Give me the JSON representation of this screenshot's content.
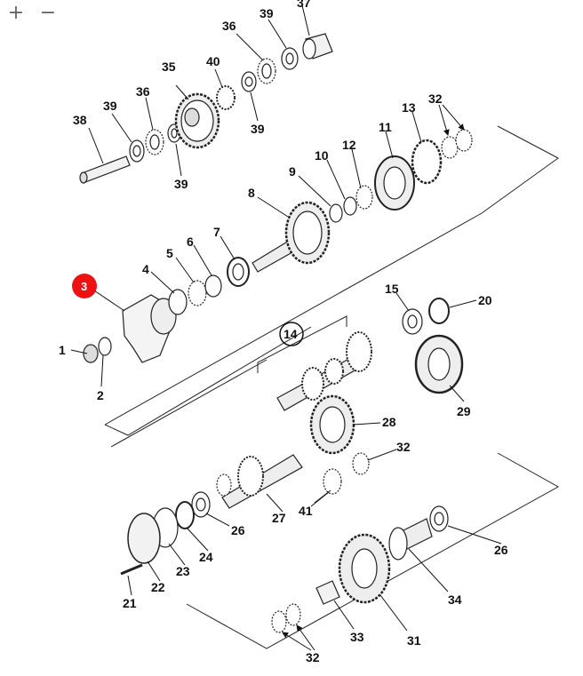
{
  "toolbar": {
    "zoom_in": "+",
    "zoom_out": "−"
  },
  "highlight_color": "#ee1111",
  "callouts": [
    {
      "id": "c1",
      "text": "1"
    },
    {
      "id": "c2",
      "text": "2"
    },
    {
      "id": "c3",
      "text": "3",
      "highlighted": true
    },
    {
      "id": "c4",
      "text": "4"
    },
    {
      "id": "c5",
      "text": "5"
    },
    {
      "id": "c6",
      "text": "6"
    },
    {
      "id": "c7",
      "text": "7"
    },
    {
      "id": "c8",
      "text": "8"
    },
    {
      "id": "c9",
      "text": "9"
    },
    {
      "id": "c10",
      "text": "10"
    },
    {
      "id": "c11",
      "text": "11"
    },
    {
      "id": "c12",
      "text": "12"
    },
    {
      "id": "c13",
      "text": "13"
    },
    {
      "id": "c14",
      "text": "14"
    },
    {
      "id": "c15",
      "text": "15"
    },
    {
      "id": "c20",
      "text": "20"
    },
    {
      "id": "c21",
      "text": "21"
    },
    {
      "id": "c22",
      "text": "22"
    },
    {
      "id": "c23",
      "text": "23"
    },
    {
      "id": "c24",
      "text": "24"
    },
    {
      "id": "c26a",
      "text": "26"
    },
    {
      "id": "c26b",
      "text": "26"
    },
    {
      "id": "c27",
      "text": "27"
    },
    {
      "id": "c28",
      "text": "28"
    },
    {
      "id": "c29",
      "text": "29"
    },
    {
      "id": "c31",
      "text": "31"
    },
    {
      "id": "c32a",
      "text": "32"
    },
    {
      "id": "c32b",
      "text": "32"
    },
    {
      "id": "c32c",
      "text": "32"
    },
    {
      "id": "c33",
      "text": "33"
    },
    {
      "id": "c34",
      "text": "34"
    },
    {
      "id": "c35",
      "text": "35"
    },
    {
      "id": "c36a",
      "text": "36"
    },
    {
      "id": "c36b",
      "text": "36"
    },
    {
      "id": "c37",
      "text": "37"
    },
    {
      "id": "c38",
      "text": "38"
    },
    {
      "id": "c39a",
      "text": "39"
    },
    {
      "id": "c39b",
      "text": "39"
    },
    {
      "id": "c39c",
      "text": "39"
    },
    {
      "id": "c39d",
      "text": "39"
    },
    {
      "id": "c40",
      "text": "40"
    },
    {
      "id": "c41",
      "text": "41"
    }
  ]
}
